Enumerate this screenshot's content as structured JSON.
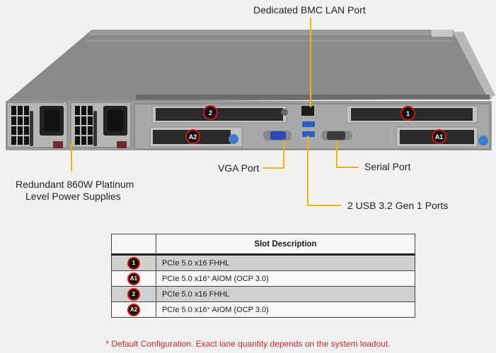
{
  "callouts": {
    "bmc_lan": "Dedicated BMC LAN Port",
    "vga": "VGA Port",
    "serial": "Serial Port",
    "usb": "2 USB 3.2 Gen 1 Ports",
    "psu_line1": "Redundant  860W Platinum",
    "psu_line2": "Level Power Supplies"
  },
  "chassis_badges": {
    "slot1": "1",
    "slotA1": "A1",
    "slot2": "2",
    "slotA2": "A2"
  },
  "table": {
    "header_blank": "",
    "header": "Slot Description",
    "rows": [
      {
        "badge": "1",
        "desc": "PCIe 5.0 x16 FHHL",
        "star": "",
        "suffix": ""
      },
      {
        "badge": "A1",
        "desc": "PCIe 5.0 x16",
        "star": "*",
        "suffix": " AIOM (OCP 3.0)"
      },
      {
        "badge": "2",
        "desc": "PCIe 5.0 x16 FHHL",
        "star": "",
        "suffix": ""
      },
      {
        "badge": "A2",
        "desc": "PCIe 5.0 x16",
        "star": "*",
        "suffix": " AIOM (OCP 3.0)"
      }
    ]
  },
  "footnote": "* Default Configuration. Exact lane quantity depends on the system loadout.",
  "colors": {
    "callout_line": "#f2b300",
    "badge_ring": "#d41515",
    "footnote": "#c0282d"
  }
}
